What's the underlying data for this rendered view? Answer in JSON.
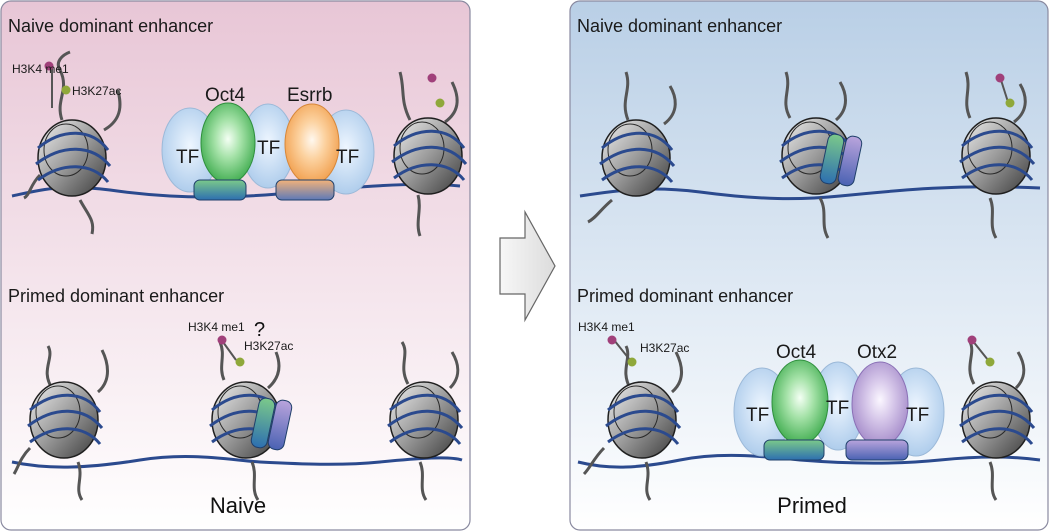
{
  "left_panel": {
    "naive_header": "Naive dominant enhancer",
    "primed_header": "Primed dominant enhancer",
    "state_label": "Naive",
    "mark_me1": "H3K4 me1",
    "mark_ac": "H3K27ac",
    "uncertain_mark": "?",
    "tf_label": "TF",
    "factor_1": "Oct4",
    "factor_2": "Esrrb"
  },
  "right_panel": {
    "naive_header": "Naive dominant enhancer",
    "primed_header": "Primed dominant enhancer",
    "state_label": "Primed",
    "mark_me1": "H3K4 me1",
    "mark_ac": "H3K27ac",
    "tf_label": "TF",
    "factor_1": "Oct4",
    "factor_2": "Otx2"
  },
  "colors": {
    "naive_panel_top": "#e8c6d6",
    "primed_panel_top": "#b9cfe6",
    "dna": "#2b4a8e",
    "tail": "#555555",
    "me1_dot": "#a0407a",
    "ac_dot": "#8fa83a",
    "oct4": "#3fae4f",
    "esrrb": "#f0a050",
    "otx2": "#a58ac8",
    "tf": "#b7d3ee"
  },
  "transition_arrow": "right-arrow"
}
